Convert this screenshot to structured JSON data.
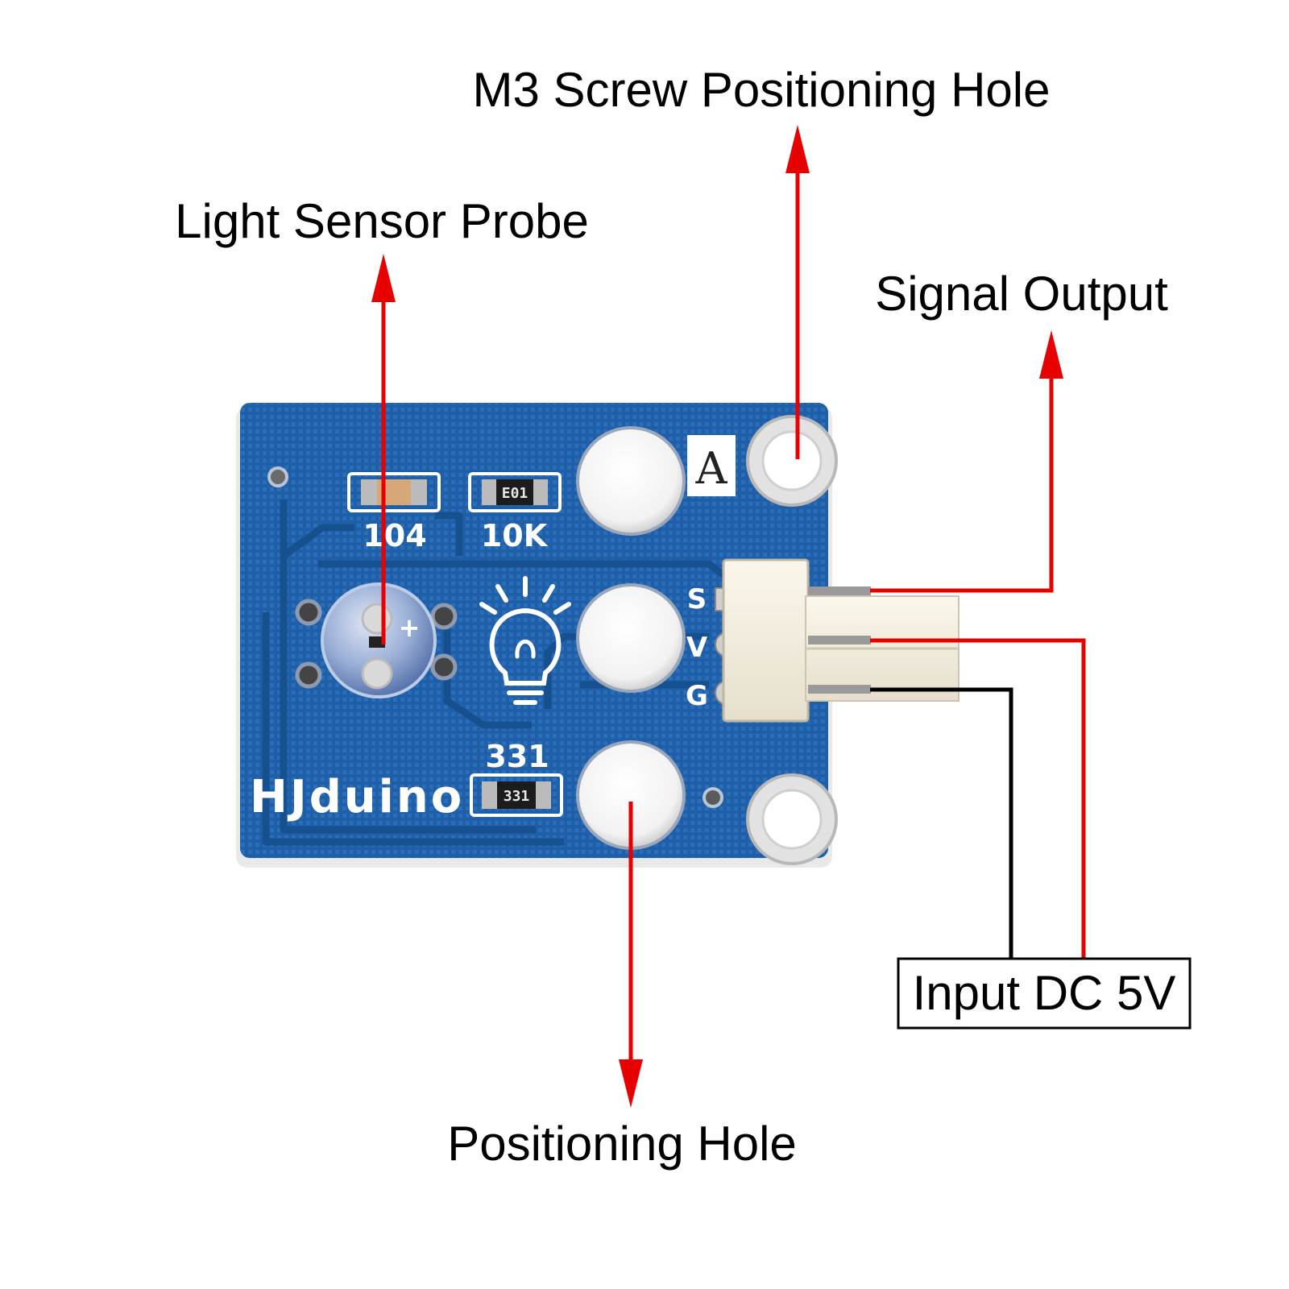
{
  "labels": {
    "m3_screw_hole": "M3 Screw Positioning Hole",
    "light_sensor_probe": "Light Sensor Probe",
    "signal_output": "Signal Output",
    "input_dc": "Input DC 5V",
    "positioning_hole": "Positioning Hole"
  },
  "board": {
    "brand": "HJduino",
    "badge_letter": "A",
    "resistor_104": "104",
    "resistor_10k": "10K",
    "resistor_331": "331",
    "chip_e01": "E01",
    "chip_331": "331",
    "pin_s": "S",
    "pin_v": "V",
    "pin_g": "G",
    "probe_plus": "+"
  },
  "colors": {
    "pcb_blue": "#1f5fa8",
    "arrow_red": "#e60000",
    "wire_black": "#000000"
  }
}
